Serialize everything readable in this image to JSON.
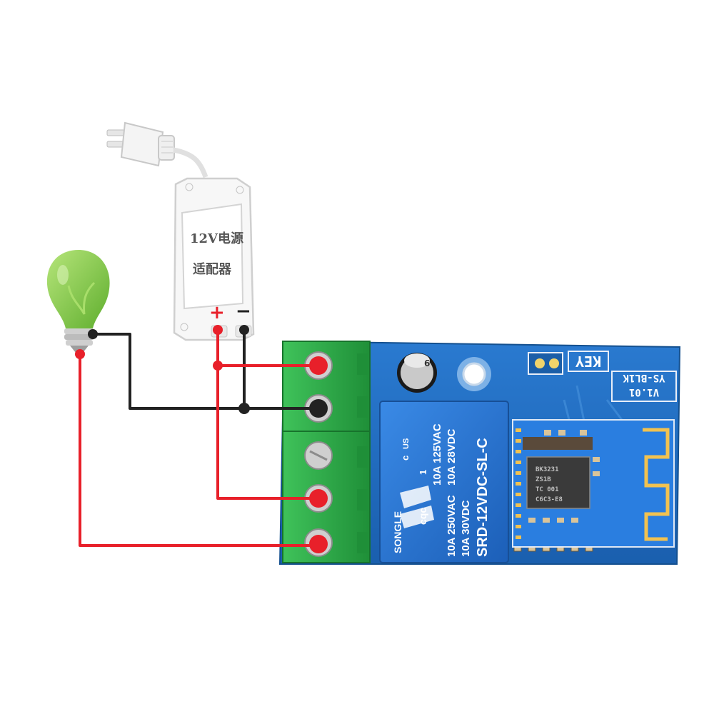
{
  "adapter": {
    "label_line1": "12V电源",
    "label_line2": "适配器",
    "plus": "+",
    "minus": "−"
  },
  "board": {
    "key_label": "KEY",
    "model": "YS-BL1K",
    "version": "V1.01"
  },
  "capacitor": {
    "label": "6"
  },
  "relay": {
    "brand": "SONGLE",
    "model": "SRD-12VDC-SL-C",
    "rating_ac_low": "10A 125VAC",
    "rating_dc_low": "10A 28VDC",
    "rating_ac_high": "10A 250VAC",
    "rating_dc_high": "10A 30VDC",
    "cert_ul": "c",
    "cert_us": "US",
    "cert_ce": "cqc",
    "cert_num": "1"
  },
  "chip": {
    "line1": "BK3231",
    "line2": "ZS1B",
    "line3": "TC 001",
    "line4": "C6C3-E8"
  },
  "colors": {
    "wire_red": "#e8202a",
    "wire_black": "#222222",
    "board": "#1f6fc4",
    "terminal": "#2fb04a",
    "relay": "#2a7ad8",
    "bulb": "#8fd14f"
  }
}
